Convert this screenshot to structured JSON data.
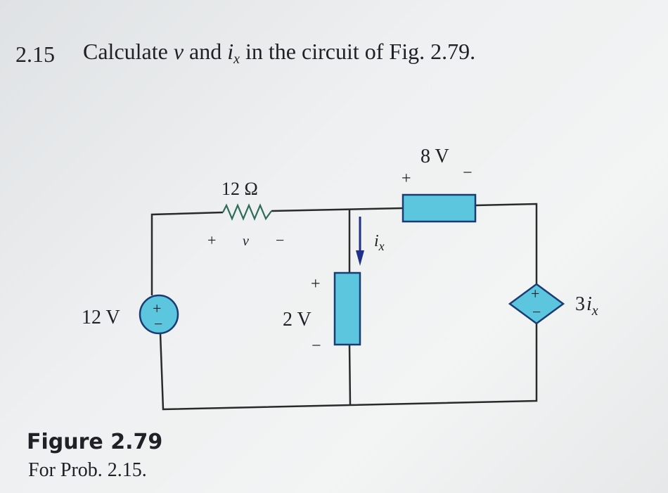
{
  "problem": {
    "number": "2.15",
    "text_before_v": "Calculate ",
    "var_v": "v",
    "text_and": " and ",
    "var_i": "i",
    "var_i_sub": "x",
    "text_after": " in the circuit of Fig. 2.79."
  },
  "circuit": {
    "resistor_label": "12 Ω",
    "v_plus": "+",
    "v_label": "v",
    "v_minus": "−",
    "source_8v_label": "8 V",
    "source_8v_plus": "+",
    "source_8v_minus": "−",
    "ix_label": "i",
    "ix_sub": "x",
    "source_2v_label": "2 V",
    "source_2v_plus": "+",
    "source_2v_minus": "−",
    "source_12v_label": "12 V",
    "dep_source_coef": "3",
    "dep_source_var": "i",
    "dep_source_sub": "x",
    "sign_plus": "+",
    "sign_minus": "−"
  },
  "caption": {
    "figure": "Figure 2.79",
    "subtitle": "For Prob. 2.15."
  },
  "colors": {
    "element_fill": "#5cc6df",
    "element_stroke": "#1b3c73",
    "wire": "#2a2a2a",
    "arrow": "#1f2f8a",
    "resistor": "#2e6b5a"
  }
}
